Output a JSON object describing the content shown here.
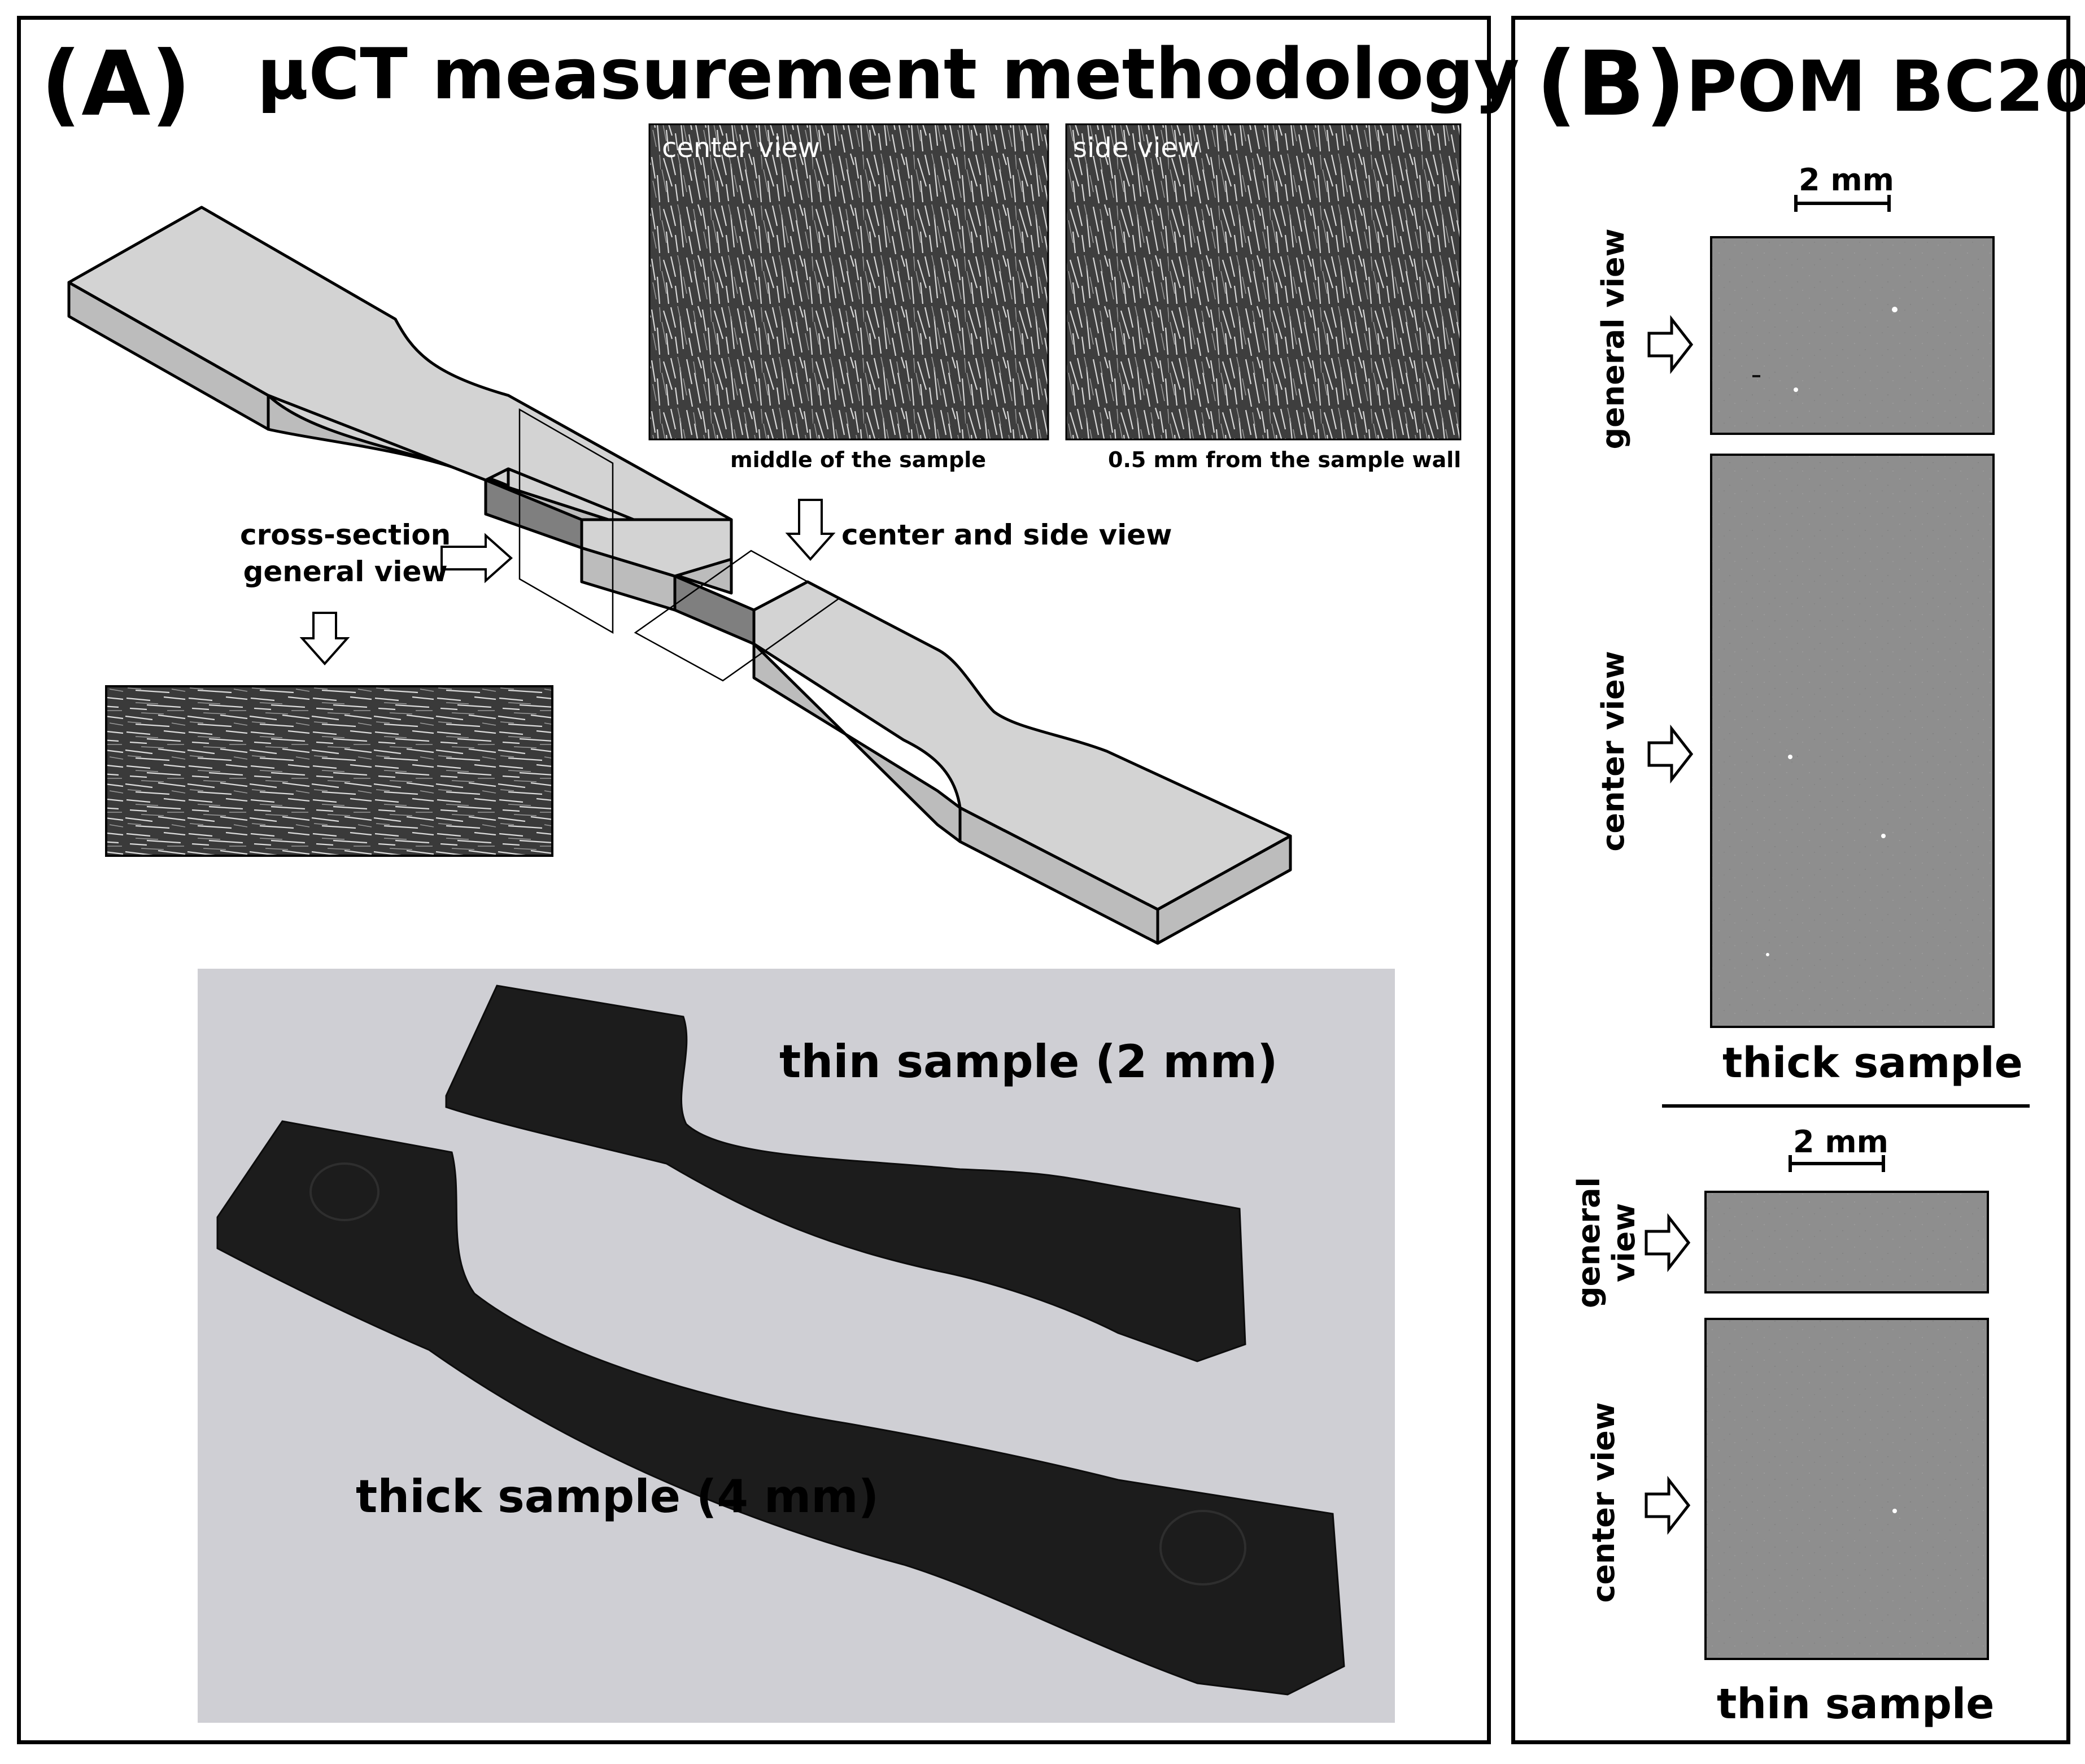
{
  "panel_a": {
    "letter": "(A)",
    "title": "μCT measurement methodology",
    "center_view_label": "center view",
    "side_view_label": "side view",
    "center_view_caption": "middle of the sample",
    "side_view_caption": "0.5 mm from the sample wall",
    "cross_section_label": "cross-section\ngeneral view",
    "center_side_label": "center and side view",
    "thin_sample_label": "thin sample (2 mm)",
    "thick_sample_label": "thick sample (4 mm)"
  },
  "panel_b": {
    "letter": "(B)",
    "title": "POM BC20",
    "thick": {
      "scale_label": "2 mm",
      "general_view_label": "general view",
      "center_view_label": "center view",
      "caption": "thick sample"
    },
    "thin": {
      "scale_label": "2 mm",
      "general_view_label": "general\nview",
      "center_view_label": "center view",
      "caption": "thin sample"
    }
  },
  "colors": {
    "specimen_face": "#d3d3d3",
    "specimen_side": "#bcbcbc",
    "section_face": "#7f7f7f",
    "ct_gray": "#8c8c8c",
    "photo_bg": "#cfcfd4",
    "specimen_black": "#1c1c1c"
  }
}
